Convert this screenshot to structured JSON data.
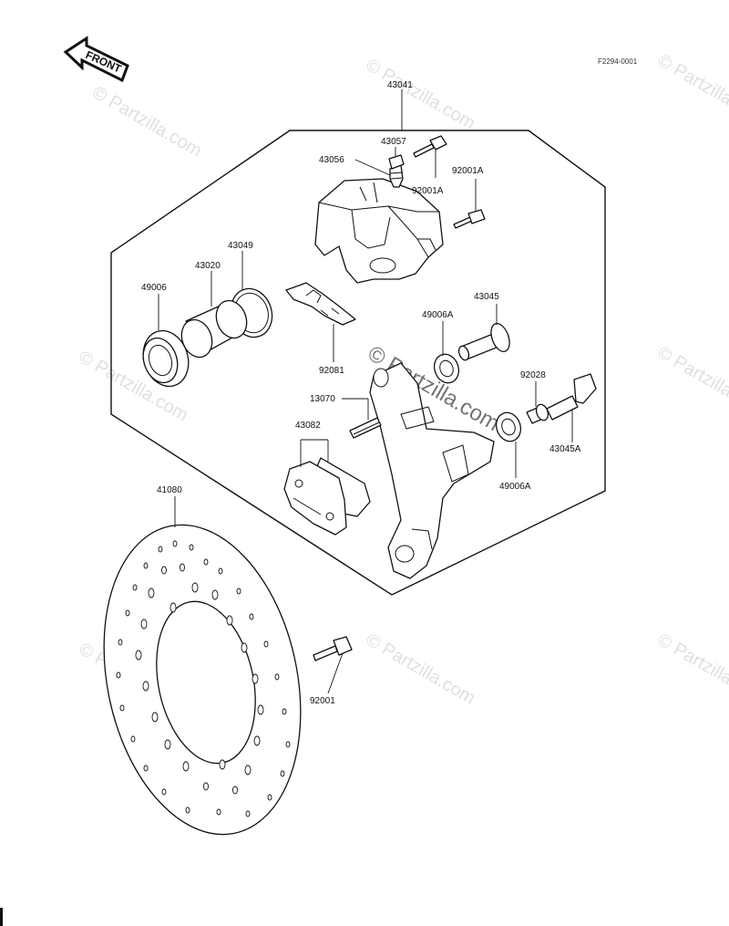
{
  "front_badge": "FRONT",
  "diagram_code": "F2294-0001",
  "watermark_text": "© Partzilla.com",
  "parts": {
    "caliper_assembly": "43041",
    "bleed_cap": "43057",
    "bleed_valve": "43056",
    "bolt_92001a_top": "92001A",
    "bolt_92001a_side": "92001A",
    "seal_43049": "43049",
    "piston": "43020",
    "dust_seal_49006": "49006",
    "pad_spring": "92081",
    "sleeve_43045": "43045",
    "boot_49006a_top": "49006A",
    "collar_92028": "92028",
    "pin_43045a": "43045A",
    "boot_49006a_bottom": "49006A",
    "shim": "13070",
    "pad_set": "43082",
    "disc": "41080",
    "disc_bolt": "92001"
  }
}
